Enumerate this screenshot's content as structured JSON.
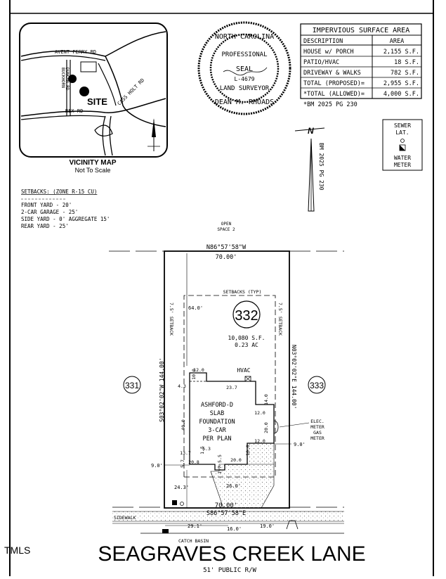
{
  "vicinity": {
    "title": "VICINITY MAP",
    "subtitle": "Not To Scale",
    "roads": [
      "AVENT FERRY RD",
      "BUCKHORN DUNCAN RD",
      "REX RD",
      "CASS HOLT RD"
    ],
    "site": "SITE"
  },
  "seal": {
    "top_text": "NORTH CAROLINA",
    "mid_text": "PROFESSIONAL",
    "center": "SEAL",
    "number": "L-4679",
    "lower": "LAND SURVEYOR",
    "bottom": "DEAN M. RHOADS"
  },
  "impervious": {
    "title": "IMPERVIOUS SURFACE AREA",
    "headers": [
      "DESCRIPTION",
      "AREA"
    ],
    "rows": [
      [
        "HOUSE w/ PORCH",
        "2,155 S.F."
      ],
      [
        "PATIO/HVAC",
        "18 S.F."
      ],
      [
        "DRIVEWAY & WALKS",
        "782 S.F."
      ],
      [
        "TOTAL (PROPOSED)=",
        "2,955 S.F."
      ],
      [
        "*TOTAL (ALLOWED)=",
        "4,000 S.F."
      ]
    ],
    "note": "*BM 2025 PG 230"
  },
  "north": {
    "label": "N",
    "bm": "BM 2025 PG 230"
  },
  "legend": {
    "sewer": "SEWER LAT.",
    "water": "WATER METER"
  },
  "setbacks": {
    "title": "SETBACKS: (ZONE R-15 CU)",
    "lines": [
      "FRONT YARD - 20'",
      "2-CAR GARAGE - 25'",
      "SIDE YARD - 0' AGGREGATE 15'",
      "REAR YARD - 25'"
    ]
  },
  "plan": {
    "open_space": "OPEN SPACE 2",
    "rear_bearing": "N86°57'58\"W",
    "rear_dist": "70.00'",
    "front_dist": "70.00'",
    "front_bearing": "S86°57'58\"E",
    "left_bearing": "S03°02'02\"W  144.00'",
    "right_bearing": "N03°02'02\"E  144.00'",
    "setback_typ": "SETBACKS (TYP)",
    "side_setback": "7.5' SETBACK",
    "lot_number": "332",
    "lot_area": "10,080 S.F.",
    "lot_ac": "0.23 AC",
    "left_lot": "331",
    "right_lot": "333",
    "rear_yard_dim": "64.0'",
    "hvac": "HVAC",
    "house_lines": [
      "ASHFORD-D",
      "SLAB",
      "FOUNDATION",
      "3-CAR",
      "PER PLAN"
    ],
    "dims": [
      "12.0",
      "10.0",
      "4.3",
      "23.7",
      "14.0",
      "12.0",
      "20.0",
      "12.0",
      "40.0",
      "10.0",
      "13.7",
      "1.5",
      "6.3",
      "5.7",
      "20.8",
      "1.7",
      "5.5",
      "20.0"
    ],
    "elec": [
      "ELEC.",
      "METER",
      "GAS",
      "METER"
    ],
    "right_offset": "9.0'",
    "left_offset": "9.0'",
    "front_setback": "24.3'",
    "drive_dim": "26.0'",
    "sidewalk": "SIDEWALK",
    "bottom_dims": [
      "29.1'",
      "16.0'",
      "19.0'"
    ],
    "catch_basin": "CATCH BASIN"
  },
  "street": {
    "name": "SEAGRAVES CREEK LANE",
    "rw": "51' PUBLIC R/W"
  },
  "watermark": "TMLS"
}
